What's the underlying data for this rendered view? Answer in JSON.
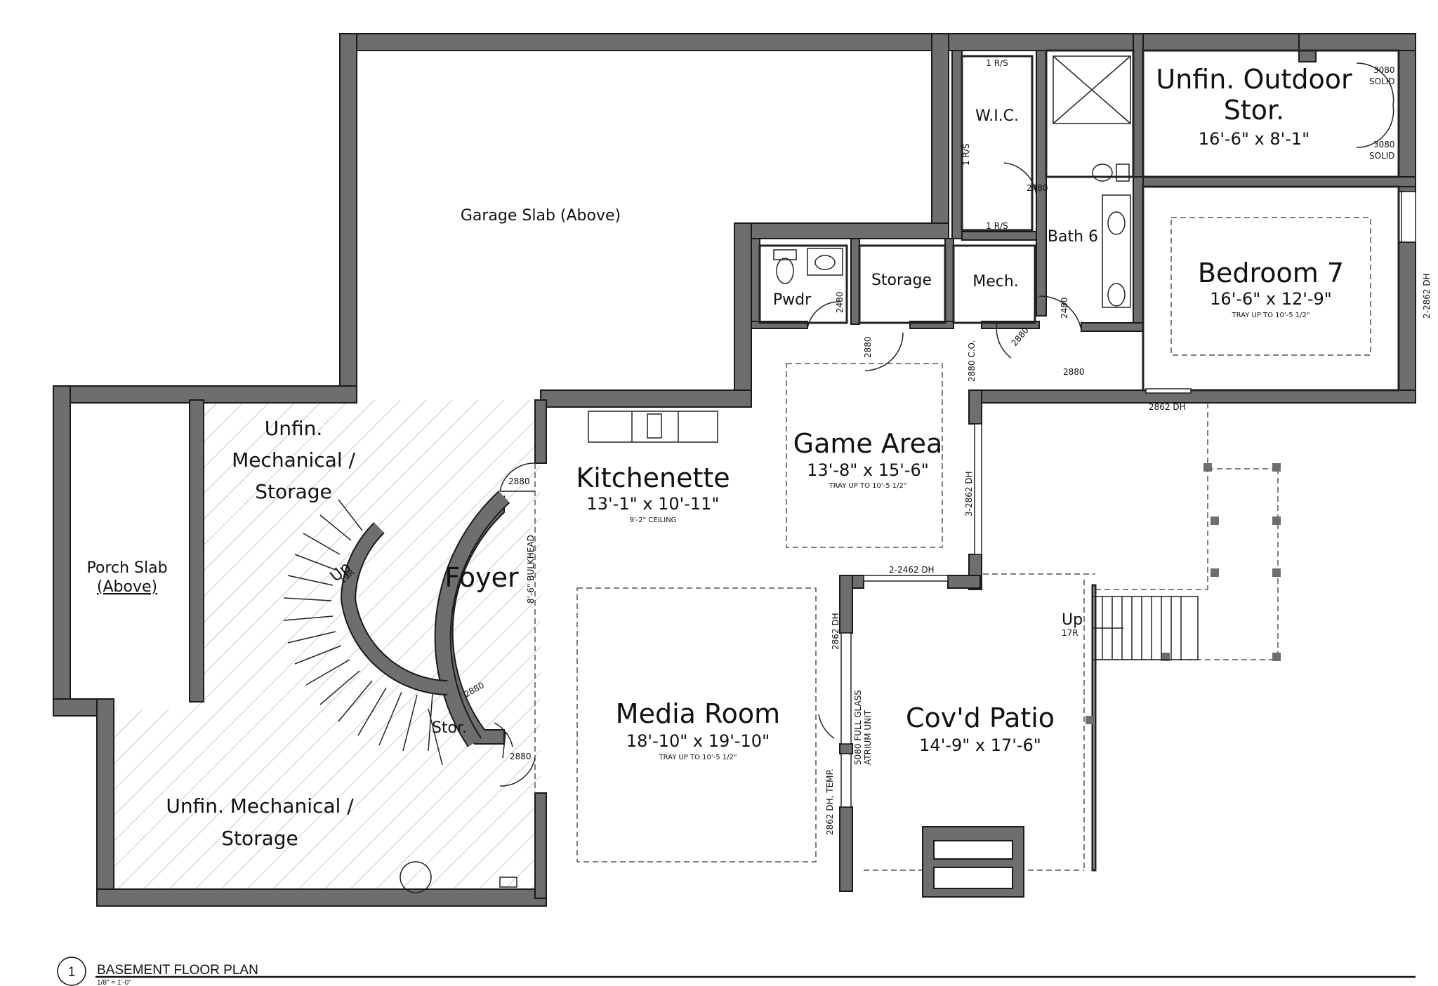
{
  "colors": {
    "wall_fill": "#6f6f6f",
    "wall_edge": "#1a1a1a",
    "ink": "#111111",
    "hatch": "#b5b5b5",
    "dash": "#555555"
  },
  "title": {
    "number": "1",
    "name": "BASEMENT FLOOR PLAN",
    "scale": "1/8\" = 1'-0\""
  },
  "rooms": {
    "garage_slab": {
      "label": "Garage Slab (Above)"
    },
    "porch_slab": {
      "line1": "Porch Slab",
      "line2": "(Above)"
    },
    "unfin_mech_upper": {
      "line1": "Unfin.",
      "line2": "Mechanical /",
      "line3": "Storage"
    },
    "unfin_mech_lower": {
      "line1": "Unfin. Mechanical /",
      "line2": "Storage"
    },
    "foyer": {
      "label": "Foyer"
    },
    "kitchenette": {
      "label": "Kitchenette",
      "dim": "13'-1\" x 10'-11\"",
      "note": "9'-2\" CEILING"
    },
    "game_area": {
      "label": "Game Area",
      "dim": "13'-8\" x 15'-6\"",
      "note": "TRAY UP TO 10'-5 1/2\""
    },
    "media_room": {
      "label": "Media Room",
      "dim": "18'-10\" x 19'-10\"",
      "note": "TRAY UP TO 10'-5 1/2\""
    },
    "covd_patio": {
      "label": "Cov'd Patio",
      "dim": "14'-9\" x 17'-6\""
    },
    "bedroom7": {
      "label": "Bedroom 7",
      "dim": "16'-6\" x 12'-9\"",
      "note": "TRAY UP TO 10'-5 1/2\""
    },
    "outdoor_stor": {
      "line1": "Unfin. Outdoor",
      "line2": "Stor.",
      "dim": "16'-6\" x 8'-1\""
    },
    "wic": {
      "label": "W.I.C."
    },
    "bath6": {
      "label": "Bath 6"
    },
    "pwdr": {
      "label": "Pwdr"
    },
    "storage": {
      "label": "Storage"
    },
    "mech": {
      "label": "Mech."
    },
    "stor": {
      "label": "Stor."
    }
  },
  "notes": {
    "up_stair": "Up",
    "up_stair_r": "19R",
    "up_patio": "Up",
    "up_patio_r": "17R",
    "bulkhead": "8'-6\" BULKHEAD",
    "rs": "1 R/S",
    "door_2480": "2480",
    "door_2880": "2880",
    "door_2880_co": "2880 C.O.",
    "win_2862dh": "2862 DH",
    "win_2_2862dh": "2-2862 DH",
    "win_3_2862dh": "3-2862 DH",
    "win_2_2462dh": "2-2462 DH",
    "win_2862dh_temp": "2862 DH, TEMP.",
    "atrium_line1": "5080 FULL GLASS",
    "atrium_line2": "ATRIUM UNIT",
    "door_3080": "3080",
    "solid": "SOLID"
  }
}
